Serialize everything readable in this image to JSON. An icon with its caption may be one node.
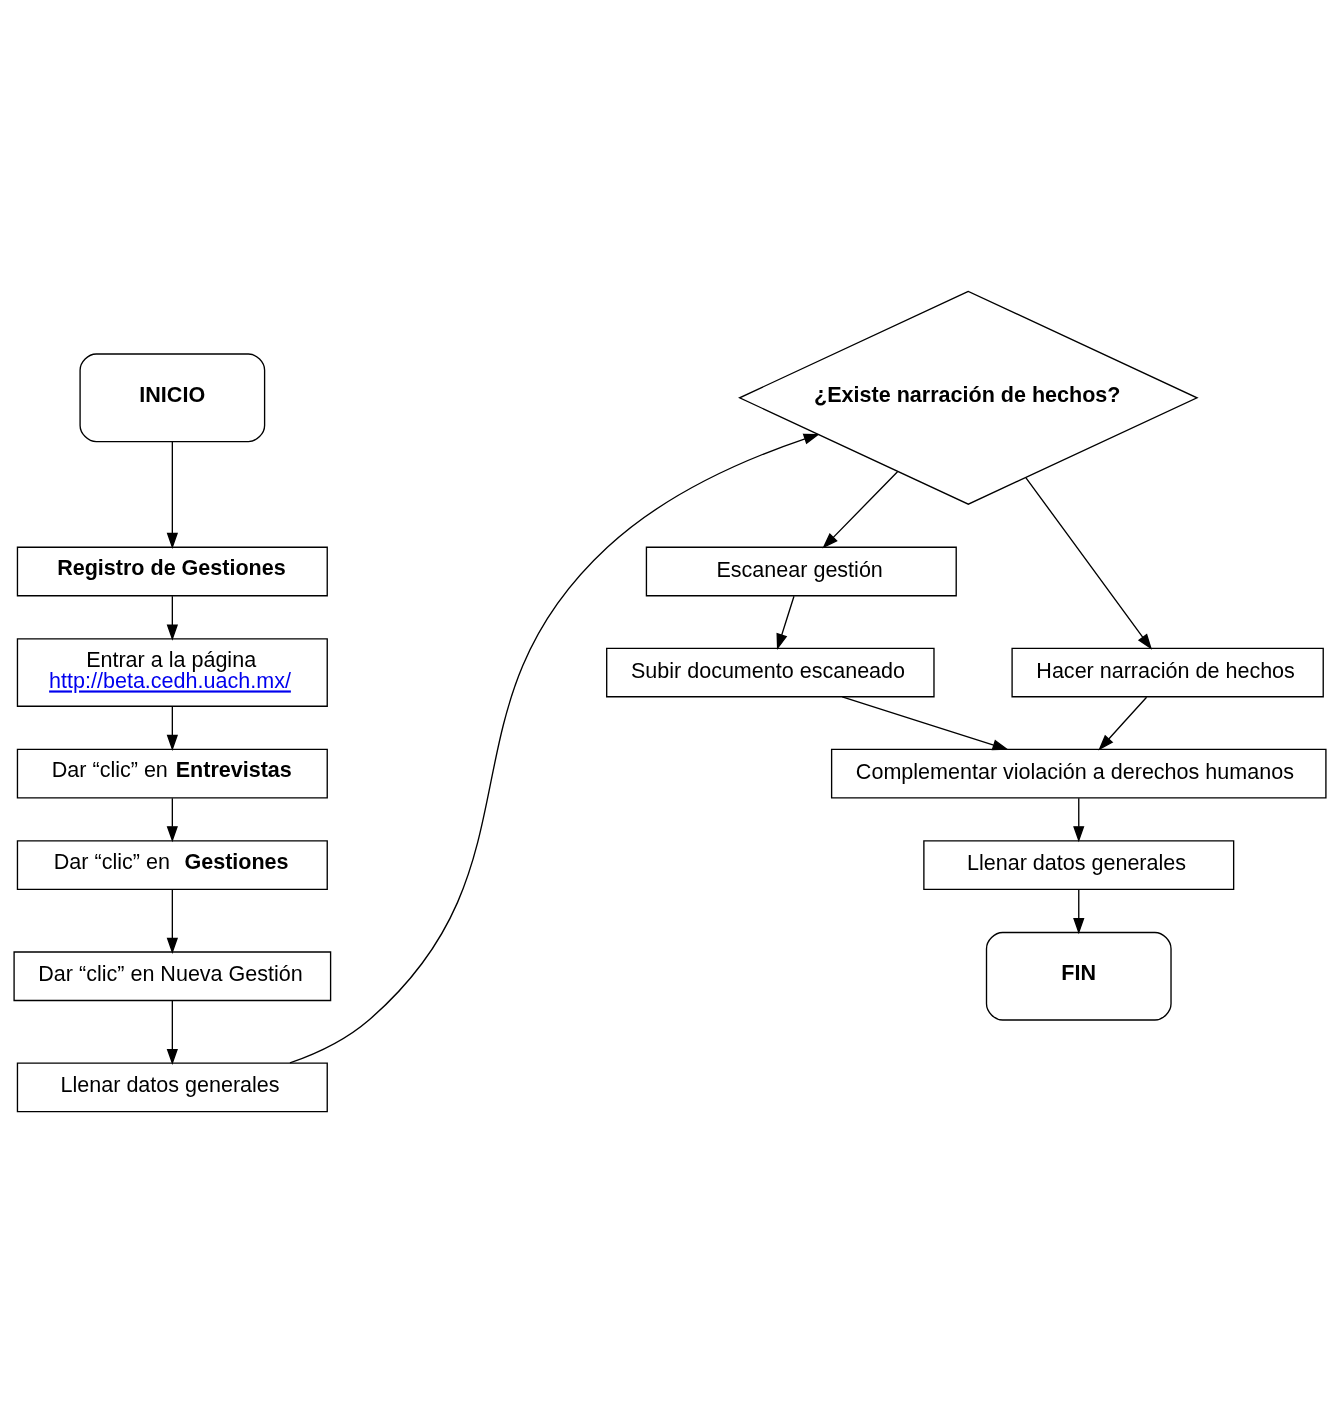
{
  "diagram": {
    "nodes": [
      {
        "text": [
          "INICIO"
        ]
      },
      {
        "text": [
          "Registro de Gestiones"
        ]
      },
      {
        "text": [
          "Entrar a la página",
          "http://beta.cedh.uach.mx/"
        ]
      },
      {
        "text": [
          "Dar “clic” en **Entrevistas**"
        ]
      },
      {
        "text": [
          "Dar “clic” en  **Gestiones**"
        ]
      },
      {
        "text": [
          "Dar “clic” en Nueva Gestión"
        ]
      },
      {
        "text": [
          "Llenar datos generales"
        ]
      },
      {
        "text": [
          "¿Existe narración de hechos?"
        ]
      },
      {
        "text": [
          "Escanear gestión"
        ]
      },
      {
        "text": [
          "Subir documento escaneado"
        ]
      },
      {
        "text": [
          "Hacer narración de hechos"
        ]
      },
      {
        "text": [
          "Complementar violación a derechos humanos"
        ]
      },
      {
        "text": [
          "Llenar datos generales"
        ]
      },
      {
        "text": [
          "FIN"
        ]
      }
    ],
    "edges": [
      {
        "from": 0,
        "to": 1,
        "arrow": "to"
      },
      {
        "from": 1,
        "to": 2,
        "arrow": "to"
      },
      {
        "from": 2,
        "to": 3,
        "arrow": "to"
      },
      {
        "from": 3,
        "to": 4,
        "arrow": "to"
      },
      {
        "from": 4,
        "to": 5,
        "arrow": "to"
      },
      {
        "from": 5,
        "to": 6,
        "arrow": "to"
      },
      {
        "from": 6,
        "to": 7,
        "arrow": "to"
      },
      {
        "from": 7,
        "to": 8,
        "arrow": "to"
      },
      {
        "from": 7,
        "to": 10,
        "arrow": "to"
      },
      {
        "from": 8,
        "to": 9,
        "arrow": "to"
      },
      {
        "from": 9,
        "to": 11,
        "arrow": "to"
      },
      {
        "from": 10,
        "to": 11,
        "arrow": "to"
      },
      {
        "from": 11,
        "to": 12,
        "arrow": "to"
      },
      {
        "from": 12,
        "to": 13,
        "arrow": "to"
      }
    ]
  }
}
